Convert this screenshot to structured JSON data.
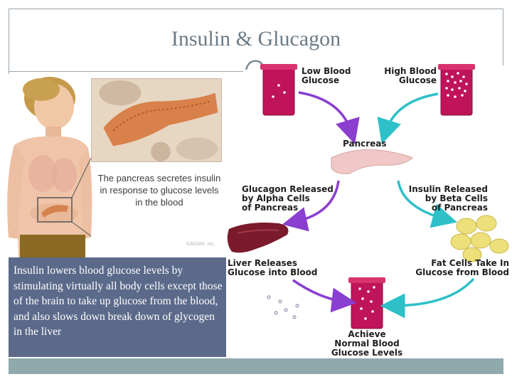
{
  "title": "Insulin & Glucagon",
  "illustration": {
    "caption": "The pancreas secretes insulin in response to glucose levels in the blood",
    "credit": "©ADAM, Inc."
  },
  "description": "Insulin lowers blood glucose levels by stimulating virtually all body cells except those of the brain to take up glucose from the blood, and also slows down break down of glycogen in the liver",
  "diagram": {
    "low_glucose": [
      "Low Blood",
      "Glucose"
    ],
    "high_glucose": [
      "High Blood",
      "Glucose"
    ],
    "pancreas": "Pancreas",
    "glucagon": [
      "Glucagon Released",
      "by Alpha Cells",
      "of Pancreas"
    ],
    "insulin": [
      "Insulin Released",
      "by Beta Cells",
      "of Pancreas"
    ],
    "liver": [
      "Liver Releases",
      "Glucose into Blood"
    ],
    "fat": [
      "Fat Cells Take In",
      "Glucose from Blood"
    ],
    "normal": [
      "Achieve",
      "Normal Blood",
      "Glucose Levels"
    ]
  },
  "colors": {
    "tube": "#c0145a",
    "glucagon_arrow": "#8a3fd0",
    "insulin_arrow": "#2ec0c8",
    "liver": "#7a1a2a",
    "fat": "#ede07a",
    "textbox": "#5b6a8a",
    "bottom_bar": "#8fa9ad"
  }
}
